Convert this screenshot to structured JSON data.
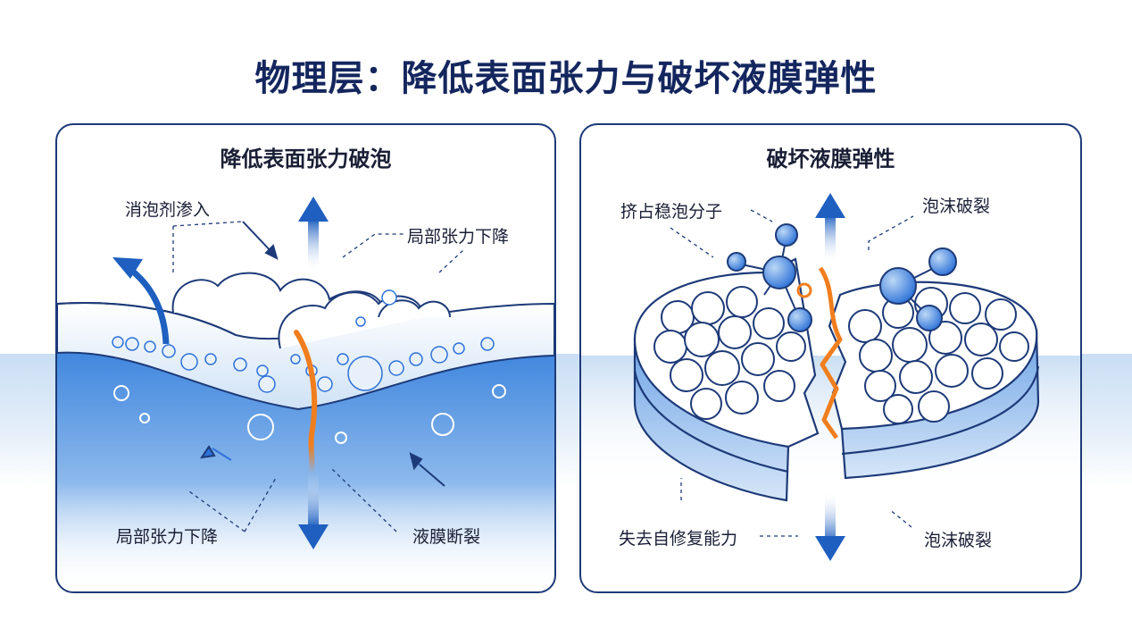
{
  "title": "物理层：降低表面张力与破坏液膜弹性",
  "colors": {
    "navy": "#14265e",
    "blue": "#2d72d8",
    "light_blue": "#bcd6f2",
    "orange": "#f07e1e"
  },
  "left_panel": {
    "title": "降低表面张力破泡",
    "labels": {
      "infiltration": "消泡剂渗入",
      "tension_drop_top": "局部张力下降",
      "tension_drop_bottom": "局部张力下降",
      "film_rupture": "液膜断裂"
    }
  },
  "right_panel": {
    "title": "破坏液膜弹性",
    "labels": {
      "displace": "挤占稳泡分子",
      "rupture_top": "泡沫破裂",
      "lose_repair": "失去自修复能力",
      "rupture_bottom": "泡沫破裂"
    }
  }
}
